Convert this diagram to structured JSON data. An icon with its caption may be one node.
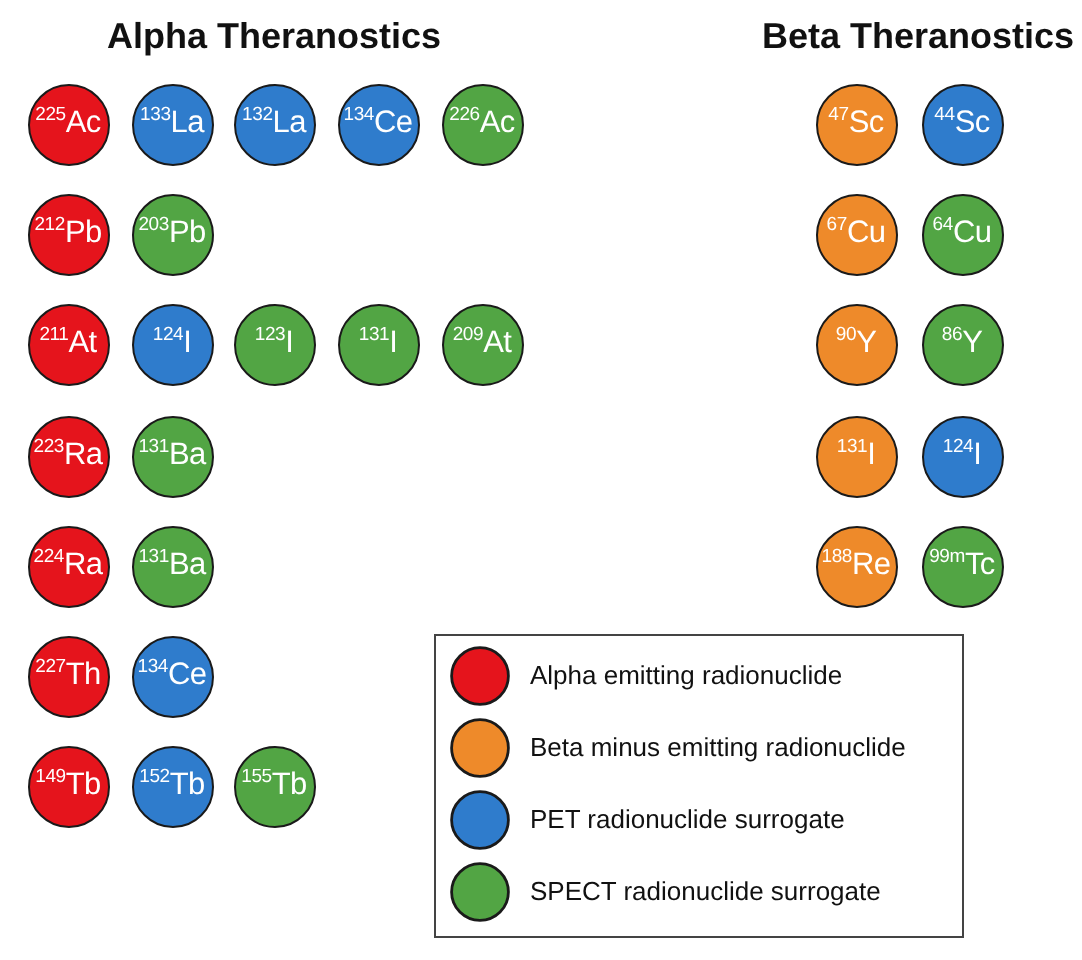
{
  "diagram": {
    "nodes": [
      {
        "text": [
          "$^{225}$Ac"
        ]
      },
      {
        "text": [
          "$^{133}$La"
        ]
      },
      {
        "text": [
          "$^{132}$La"
        ]
      },
      {
        "text": [
          "$^{134}$Ce"
        ]
      },
      {
        "text": [
          "$^{226}$Ac"
        ]
      },
      {
        "text": [
          "$^{212}$Pb"
        ]
      },
      {
        "text": [
          "$^{203}$Pb"
        ]
      },
      {
        "text": [
          "$^{211}$At"
        ]
      },
      {
        "text": [
          "$^{124}$I"
        ]
      },
      {
        "text": [
          "$^{123}$I"
        ]
      },
      {
        "text": [
          "$^{131}$I"
        ]
      },
      {
        "text": [
          "$^{209}$At"
        ]
      },
      {
        "text": [
          "$^{223}$Ra"
        ]
      },
      {
        "text": [
          "$^{131}$Ba"
        ]
      },
      {
        "text": [
          "$^{224}$Ra"
        ]
      },
      {
        "text": [
          "$^{131}$Ba"
        ]
      },
      {
        "text": [
          "$^{227}$Th"
        ]
      },
      {
        "text": [
          "$^{134}$Ce"
        ]
      },
      {
        "text": [
          "$^{149}$Tb"
        ]
      },
      {
        "text": [
          "$^{152}$Tb"
        ]
      },
      {
        "text": [
          "$^{155}$Tb"
        ]
      },
      {
        "text": [
          "$^{47}$Sc"
        ]
      },
      {
        "text": [
          "$^{44}$Sc"
        ]
      },
      {
        "text": [
          "$^{67}$Cu"
        ]
      },
      {
        "text": [
          "$^{64}$Cu"
        ]
      },
      {
        "text": [
          "$^{90}$Y"
        ]
      },
      {
        "text": [
          "$^{86}$Y"
        ]
      },
      {
        "text": [
          "$^{131}$I"
        ]
      },
      {
        "text": [
          "$^{124}$I"
        ]
      },
      {
        "text": [
          "$^{188}$Re"
        ]
      },
      {
        "text": [
          "$^{99m}$Tc"
        ]
      }
    ],
    "labels": [
      "Alpha Theranostics",
      "Beta Theranostics"
    ],
    "legend": [
      {
        "text": "Alpha emitting radionuclide",
        "color": "#e5141c"
      },
      {
        "text": "Beta minus emitting radionuclide",
        "color": "#ee8a2a"
      },
      {
        "text": "PET radionuclide surrogate",
        "color": "#2f7ccc"
      },
      {
        "text": "SPECT radionuclide surrogate",
        "color": "#52a544"
      }
    ]
  }
}
